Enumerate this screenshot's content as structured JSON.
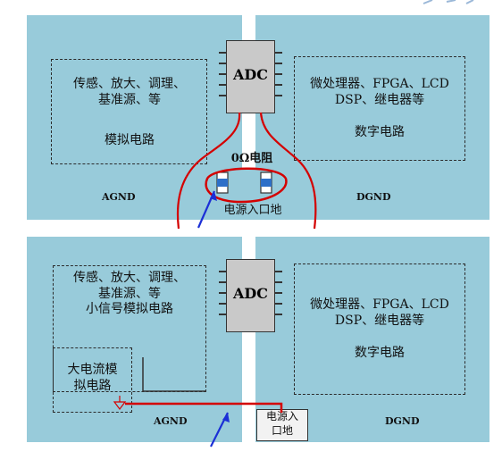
{
  "top": {
    "analog_block_text": "传感、放大、调理、\n基准源、等",
    "analog_label": "模拟电路",
    "digital_block_text": "微处理器、FPGA、LCD\nDSP、继电器等",
    "digital_label": "数字电路",
    "adc_label": "ADC",
    "agnd_label": "AGND",
    "dgnd_label": "DGND",
    "resistor_label": "0Ω电阻",
    "power_entry_label": "电源入口地"
  },
  "bottom": {
    "analog_block_text": "传感、放大、调理、\n基准源、等\n小信号模拟电路",
    "high_current_text": "大电流模\n拟电路",
    "digital_block_text": "微处理器、FPGA、LCD\nDSP、继电器等",
    "digital_label": "数字电路",
    "adc_label": "ADC",
    "agnd_label": "AGND",
    "dgnd_label": "DGND",
    "power_entry_label": "电源入\n口地"
  },
  "colors": {
    "panel": "#98cbda",
    "annotation_red": "#d40000",
    "arrow_blue": "#1b2fd6",
    "chip": "#c9c9c9"
  }
}
